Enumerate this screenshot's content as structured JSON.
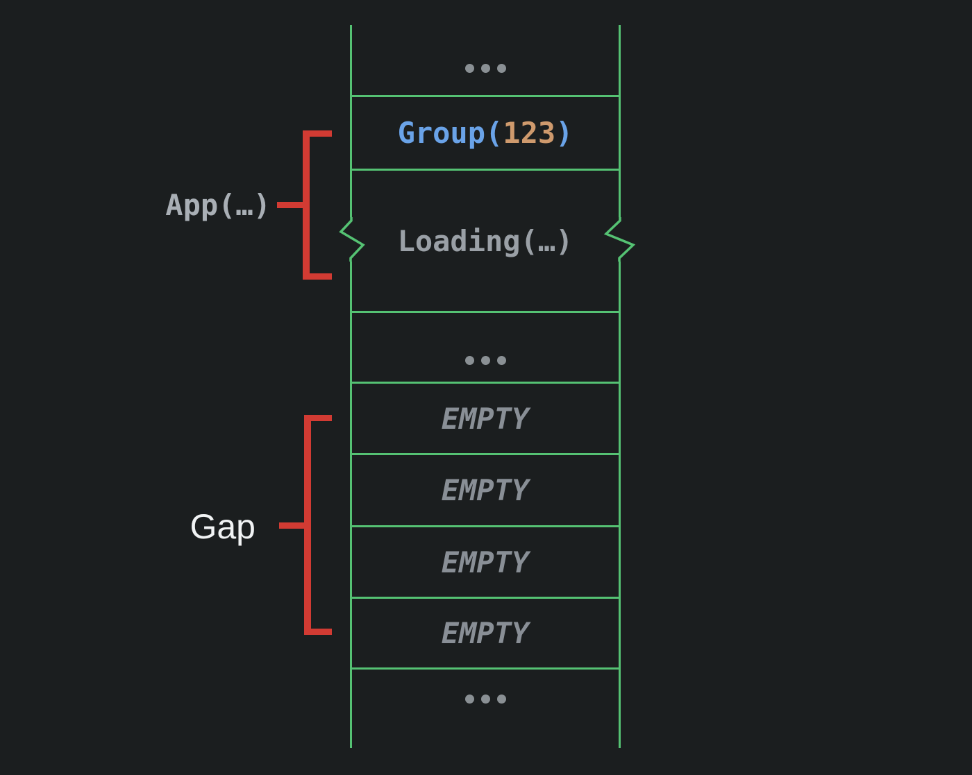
{
  "colors": {
    "background": "#1b1e1f",
    "cell_border": "#55c273",
    "bracket": "#d23b33",
    "code_blue": "#6aa3e8",
    "code_orange": "#cf9a6d",
    "code_muted": "#9aa0a6",
    "empty_text": "#898f96",
    "dots": "#8a9094",
    "app_label": "#a9afb5",
    "gap_label": "#f1f3f4"
  },
  "stack": {
    "top_ellipsis": "…",
    "group_cell": {
      "function": "Group(",
      "argument": "123",
      "close": ")"
    },
    "loading_cell": {
      "label": "Loading(…)"
    },
    "middle_ellipsis": "…",
    "empty_cells": [
      "EMPTY",
      "EMPTY",
      "EMPTY",
      "EMPTY"
    ],
    "bottom_ellipsis": "…"
  },
  "annotations": {
    "app": {
      "label": "App(…)"
    },
    "gap": {
      "label": "Gap"
    }
  }
}
